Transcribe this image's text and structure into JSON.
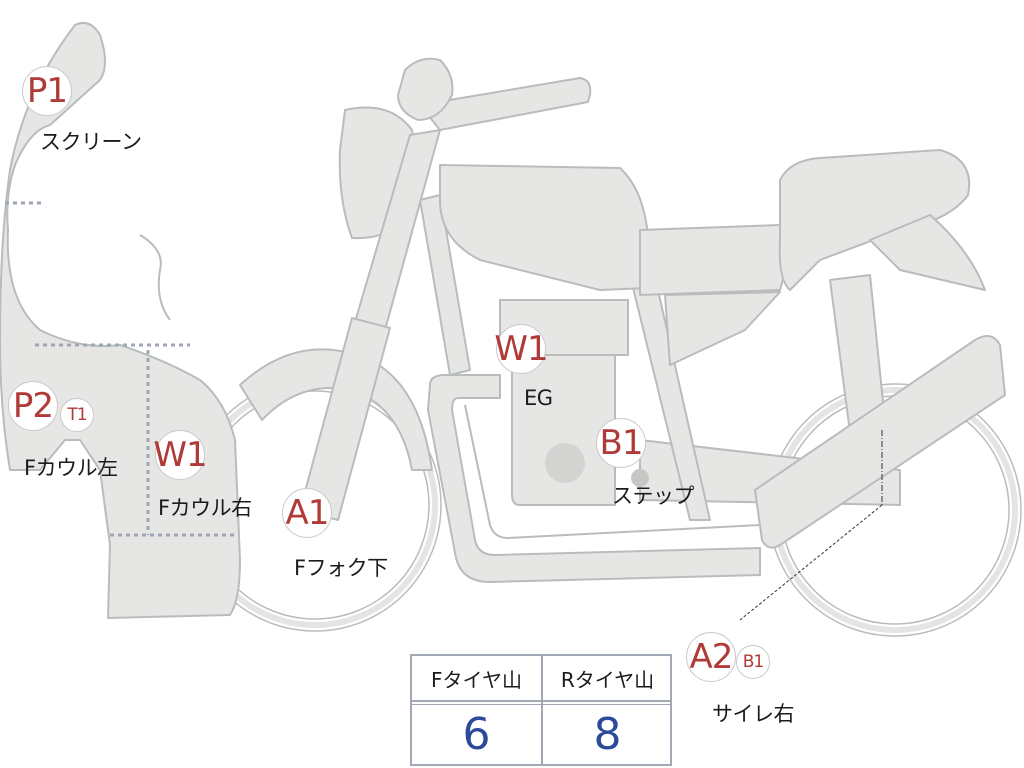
{
  "markers": {
    "p1": "P1",
    "p2": "P2",
    "t1": "T1",
    "w1_front": "W1",
    "w1_engine": "W1",
    "a1": "A1",
    "b1_step": "B1",
    "a2": "A2",
    "b1_muffler": "B1"
  },
  "labels": {
    "screen": "スクリーン",
    "f_cowl_left": "Fカウル左",
    "f_cowl_right": "Fカウル右",
    "f_fork_lower": "Fフォク下",
    "eg": "EG",
    "step": "ステップ",
    "silencer_right": "サイレ右"
  },
  "tire_table": {
    "front_header": "Fタイヤ山",
    "rear_header": "Rタイヤ山",
    "front_value": "6",
    "rear_value": "8"
  },
  "colors": {
    "body_fill": "#e6e7e5",
    "outline": "#b9bcbd",
    "marker_text": "#b03a37",
    "value_text": "#2d4a9a"
  }
}
